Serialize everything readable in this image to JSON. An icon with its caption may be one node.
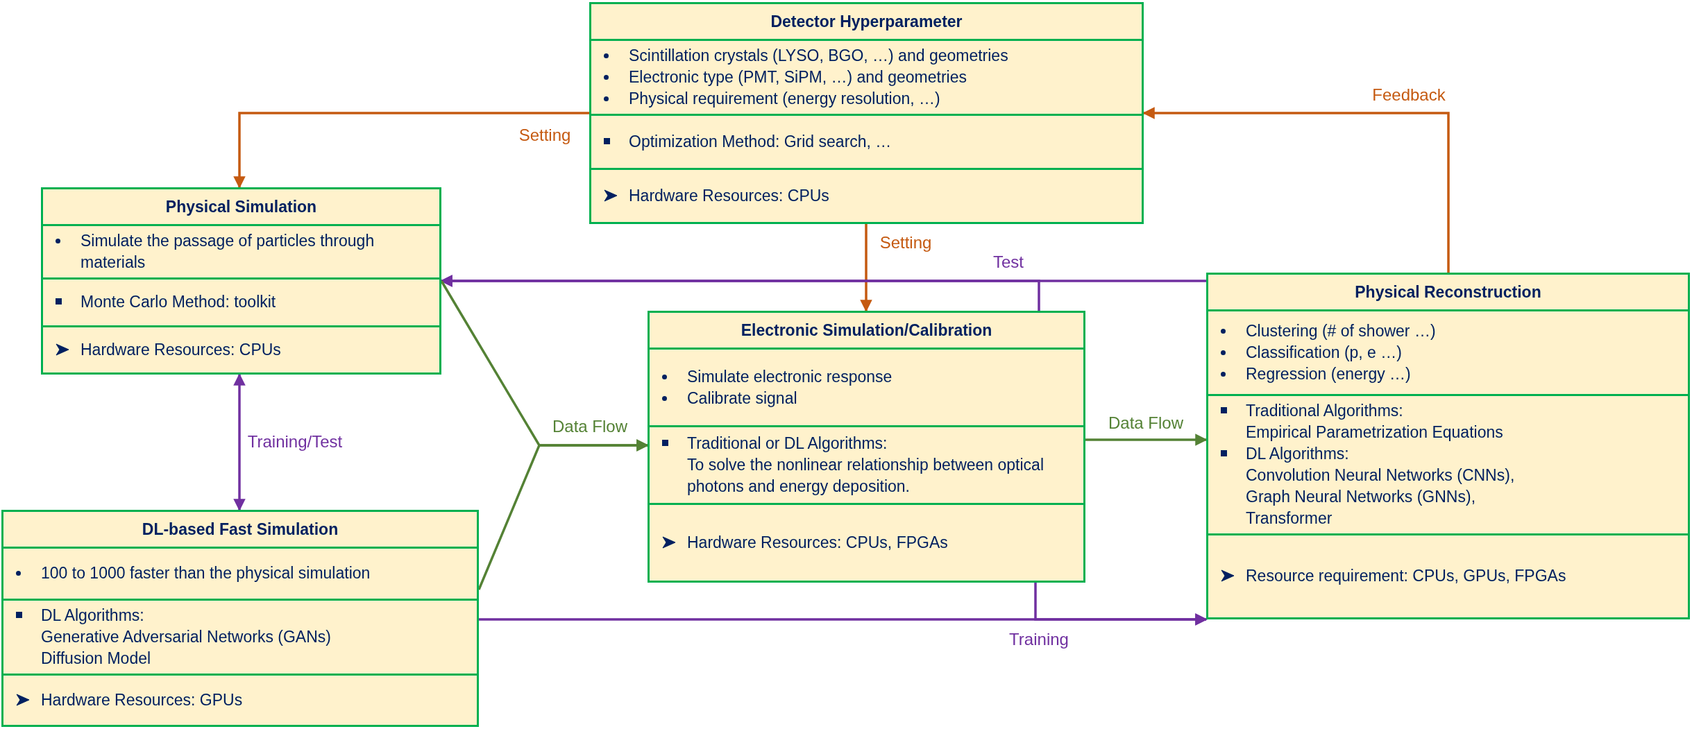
{
  "diagram": {
    "nodes": [
      {
        "text": [
          "Detector Hyperparameter",
          "Scintillation crystals (LYSO, BGO, …) and geometries",
          "Electronic type  (PMT, SiPM, …) and geometries",
          "Physical requirement (energy resolution, …)",
          "Optimization Method: Grid search, …",
          "Hardware Resources: CPUs"
        ]
      },
      {
        "text": [
          "Physical Simulation",
          "Simulate the passage of particles through materials",
          "Monte Carlo Method: toolkit",
          "Hardware Resources: CPUs"
        ]
      },
      {
        "text": [
          "Physical Reconstruction",
          "Clustering (# of shower …)",
          "Classification (p, e …)",
          "Regression (energy …)",
          "Traditional Algorithms:",
          "Empirical Parametrization Equations",
          "DL Algorithms:",
          "Convolution Neural Networks (CNNs),",
          "Graph Neural Networks (GNNs),",
          "Transformer",
          "Resource requirement: CPUs, GPUs, FPGAs"
        ]
      },
      {
        "text": [
          "Electronic Simulation/Calibration",
          "Simulate electronic response",
          "Calibrate signal",
          "Traditional or DL Algorithms:",
          "To solve the nonlinear relationship between optical photons and energy deposition.",
          "Hardware Resources: CPUs, FPGAs"
        ]
      },
      {
        "text": [
          "DL-based Fast Simulation",
          "100 to 1000 faster than the physical simulation",
          "DL Algorithms:",
          "Generative Adversarial Networks (GANs)",
          "Diffusion Model",
          "Hardware Resources: GPUs"
        ]
      }
    ],
    "edges": [
      {
        "from": 0,
        "to": 1,
        "arrow": "to",
        "label": "Setting",
        "color": "#c55a11"
      },
      {
        "from": 0,
        "to": 3,
        "arrow": "to",
        "label": "Setting",
        "color": "#c55a11"
      },
      {
        "from": 2,
        "to": 0,
        "arrow": "to",
        "label": "Feedback",
        "color": "#c55a11"
      },
      {
        "from": 2,
        "to": 1,
        "arrow": "to",
        "label": "Test"
      },
      {
        "from": 3,
        "to": 1,
        "arrow": "to"
      },
      {
        "from": 1,
        "to": 4,
        "arrow": "both",
        "label": "Training/Test"
      },
      {
        "from": 1,
        "to": 3,
        "arrow": "to",
        "label": "Data Flow",
        "color": "#548235"
      },
      {
        "from": 4,
        "to": 3,
        "arrow": "to",
        "color": "#548235"
      },
      {
        "from": 3,
        "to": 2,
        "arrow": "to",
        "label": "Data Flow",
        "color": "#548235"
      },
      {
        "from": 4,
        "to": 2,
        "arrow": "to",
        "label": "Training"
      },
      {
        "from": 3,
        "to": 2,
        "arrow": "to"
      }
    ]
  }
}
